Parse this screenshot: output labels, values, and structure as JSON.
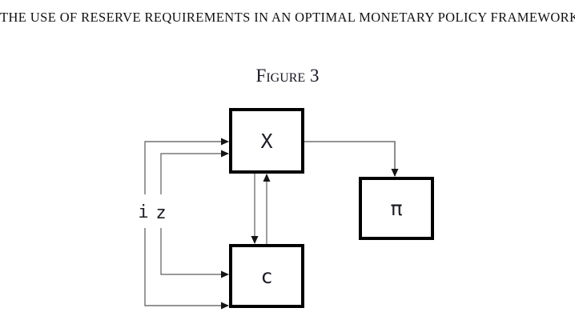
{
  "page": {
    "title": "THE USE OF RESERVE REQUIREMENTS IN AN OPTIMAL MONETARY POLICY FRAMEWORK",
    "figure_caption": "Figure 3"
  },
  "diagram": {
    "nodes": [
      {
        "id": "X",
        "label": "X"
      },
      {
        "id": "pi",
        "label": "π"
      },
      {
        "id": "c",
        "label": "c"
      }
    ],
    "input_labels": [
      {
        "id": "i",
        "label": "i"
      },
      {
        "id": "z",
        "label": "z"
      }
    ],
    "edges": [
      {
        "from": "i",
        "to": "X"
      },
      {
        "from": "z",
        "to": "X"
      },
      {
        "from": "i",
        "to": "c"
      },
      {
        "from": "z",
        "to": "c"
      },
      {
        "from": "X",
        "to": "pi"
      },
      {
        "from": "X",
        "to": "c"
      },
      {
        "from": "c",
        "to": "X"
      }
    ],
    "colors": {
      "box_border": "#000000",
      "line": "#707070",
      "arrowhead": "#151515",
      "text": "#1c1c24"
    }
  }
}
